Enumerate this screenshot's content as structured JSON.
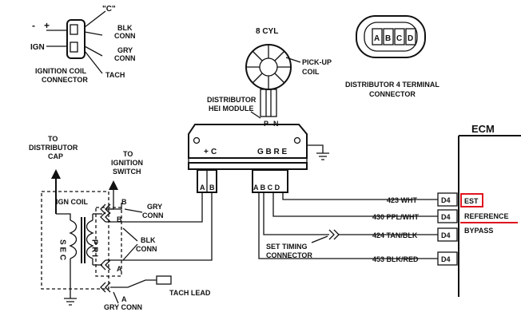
{
  "labels": {
    "coil_c": "\"C\"",
    "coil_plus": "+",
    "coil_minus": "-",
    "coil_ign": "IGN",
    "blk_conn_1": "BLK",
    "blk_conn_2": "CONN",
    "gry_conn_1": "GRY",
    "gry_conn_2": "CONN",
    "tach": "TACH",
    "coil_connector_1": "IGNITION COIL",
    "coil_connector_2": "CONNECTOR",
    "cyl": "8 CYL",
    "pickup_1": "PICK-UP",
    "pickup_2": "COIL",
    "hei_1": "DISTRIBUTOR",
    "hei_2": "HEI MODULE",
    "pin_p": "P",
    "pin_n": "N",
    "module_plus": "+",
    "module_c": "C",
    "module_gbre": "G B R E",
    "dist_conn_1": "DISTRIBUTOR 4 TERMINAL",
    "dist_conn_2": "CONNECTOR",
    "term_a": "A",
    "term_b": "B",
    "term_c": "C",
    "term_d": "D",
    "to_cap_1": "TO",
    "to_cap_2": "DISTRIBUTOR",
    "to_cap_3": "CAP",
    "to_sw_1": "TO",
    "to_sw_2": "IGNITION",
    "to_sw_3": "SWITCH",
    "ign_coil": "IGN COIL",
    "sec": "S E C",
    "pri": "P R I",
    "pin_b1": "B",
    "pin_b2": "B",
    "pin_a1": "A",
    "pin_a2": "A",
    "gry_conn_b_1": "GRY",
    "gry_conn_b_2": "CONN",
    "blk_conn_b_1": "BLK",
    "blk_conn_b_2": "CONN",
    "tach_lead": "TACH LEAD",
    "gry_conn_a": "GRY CONN",
    "mod_a": "A",
    "mod_b": "B",
    "mod_conn": "A B C D",
    "wire_423": "423 WHT",
    "wire_430": "430 PPL/WHT",
    "wire_424": "424 TAN/BLK",
    "wire_453": "453 BLK/RED",
    "set_timing_1": "SET TIMING",
    "set_timing_2": "CONNECTOR",
    "ecm": "ECM",
    "d4_1": "D4",
    "d4_2": "D4",
    "d4_3": "D4",
    "d4_4": "D4",
    "est": "EST",
    "reference": "REFERENCE",
    "bypass": "BYPASS"
  },
  "colors": {
    "line": "#111111",
    "highlight": "#e0141e"
  }
}
